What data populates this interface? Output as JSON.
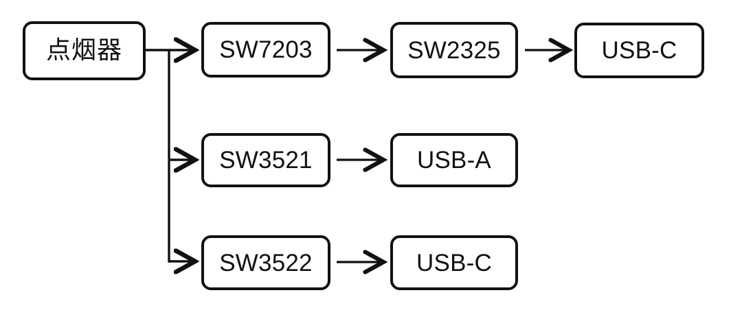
{
  "diagram": {
    "title": "Car cigarette lighter USB charger power path block diagram",
    "background_color": "#ffffff",
    "stroke_color": "#111111",
    "nodes": [
      {
        "id": "source",
        "label": "点烟器",
        "row": 1,
        "column": 0
      },
      {
        "id": "sw7203",
        "label": "SW7203",
        "row": 1,
        "column": 1
      },
      {
        "id": "sw2325",
        "label": "SW2325",
        "row": 1,
        "column": 2
      },
      {
        "id": "usbc1",
        "label": "USB-C",
        "row": 1,
        "column": 3
      },
      {
        "id": "sw3521",
        "label": "SW3521",
        "row": 2,
        "column": 1
      },
      {
        "id": "usba",
        "label": "USB-A",
        "row": 2,
        "column": 2
      },
      {
        "id": "sw3522",
        "label": "SW3522",
        "row": 3,
        "column": 1
      },
      {
        "id": "usbc2",
        "label": "USB-C",
        "row": 3,
        "column": 2
      }
    ],
    "edges": [
      {
        "from": "source",
        "to": "sw7203",
        "style": "branch-arrow"
      },
      {
        "from": "source",
        "to": "sw3521",
        "style": "branch-arrow"
      },
      {
        "from": "source",
        "to": "sw3522",
        "style": "branch-arrow"
      },
      {
        "from": "sw7203",
        "to": "sw2325",
        "style": "straight-arrow"
      },
      {
        "from": "sw2325",
        "to": "usbc1",
        "style": "straight-arrow"
      },
      {
        "from": "sw3521",
        "to": "usba",
        "style": "straight-arrow"
      },
      {
        "from": "sw3522",
        "to": "usbc2",
        "style": "straight-arrow"
      }
    ]
  }
}
